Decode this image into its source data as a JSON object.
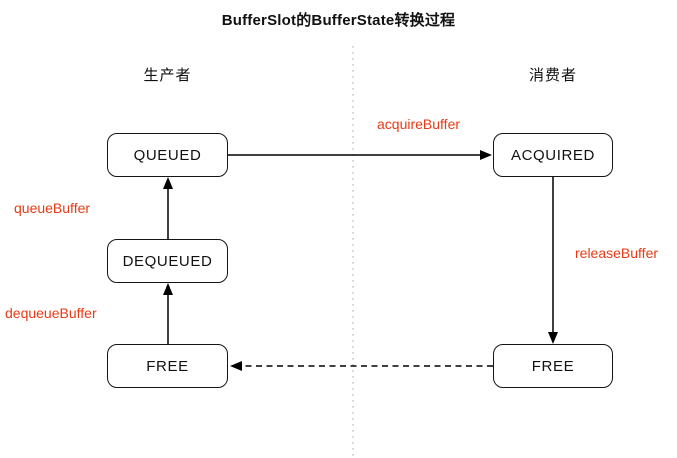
{
  "title": "BufferSlot的BufferState转换过程",
  "lanes": {
    "producer": "生产者",
    "consumer": "消费者"
  },
  "states": {
    "queued": "QUEUED",
    "acquired": "ACQUIRED",
    "dequeued": "DEQUEUED",
    "free_producer": "FREE",
    "free_consumer": "FREE"
  },
  "transitions": {
    "acquire": "acquireBuffer",
    "queue": "queueBuffer",
    "dequeue": "dequeueBuffer",
    "release": "releaseBuffer"
  },
  "colors": {
    "transition_label": "#e83a15",
    "box_border": "#151515",
    "arrow": "#000000",
    "divider": "#c4c4c4",
    "background": "#ffffff"
  }
}
